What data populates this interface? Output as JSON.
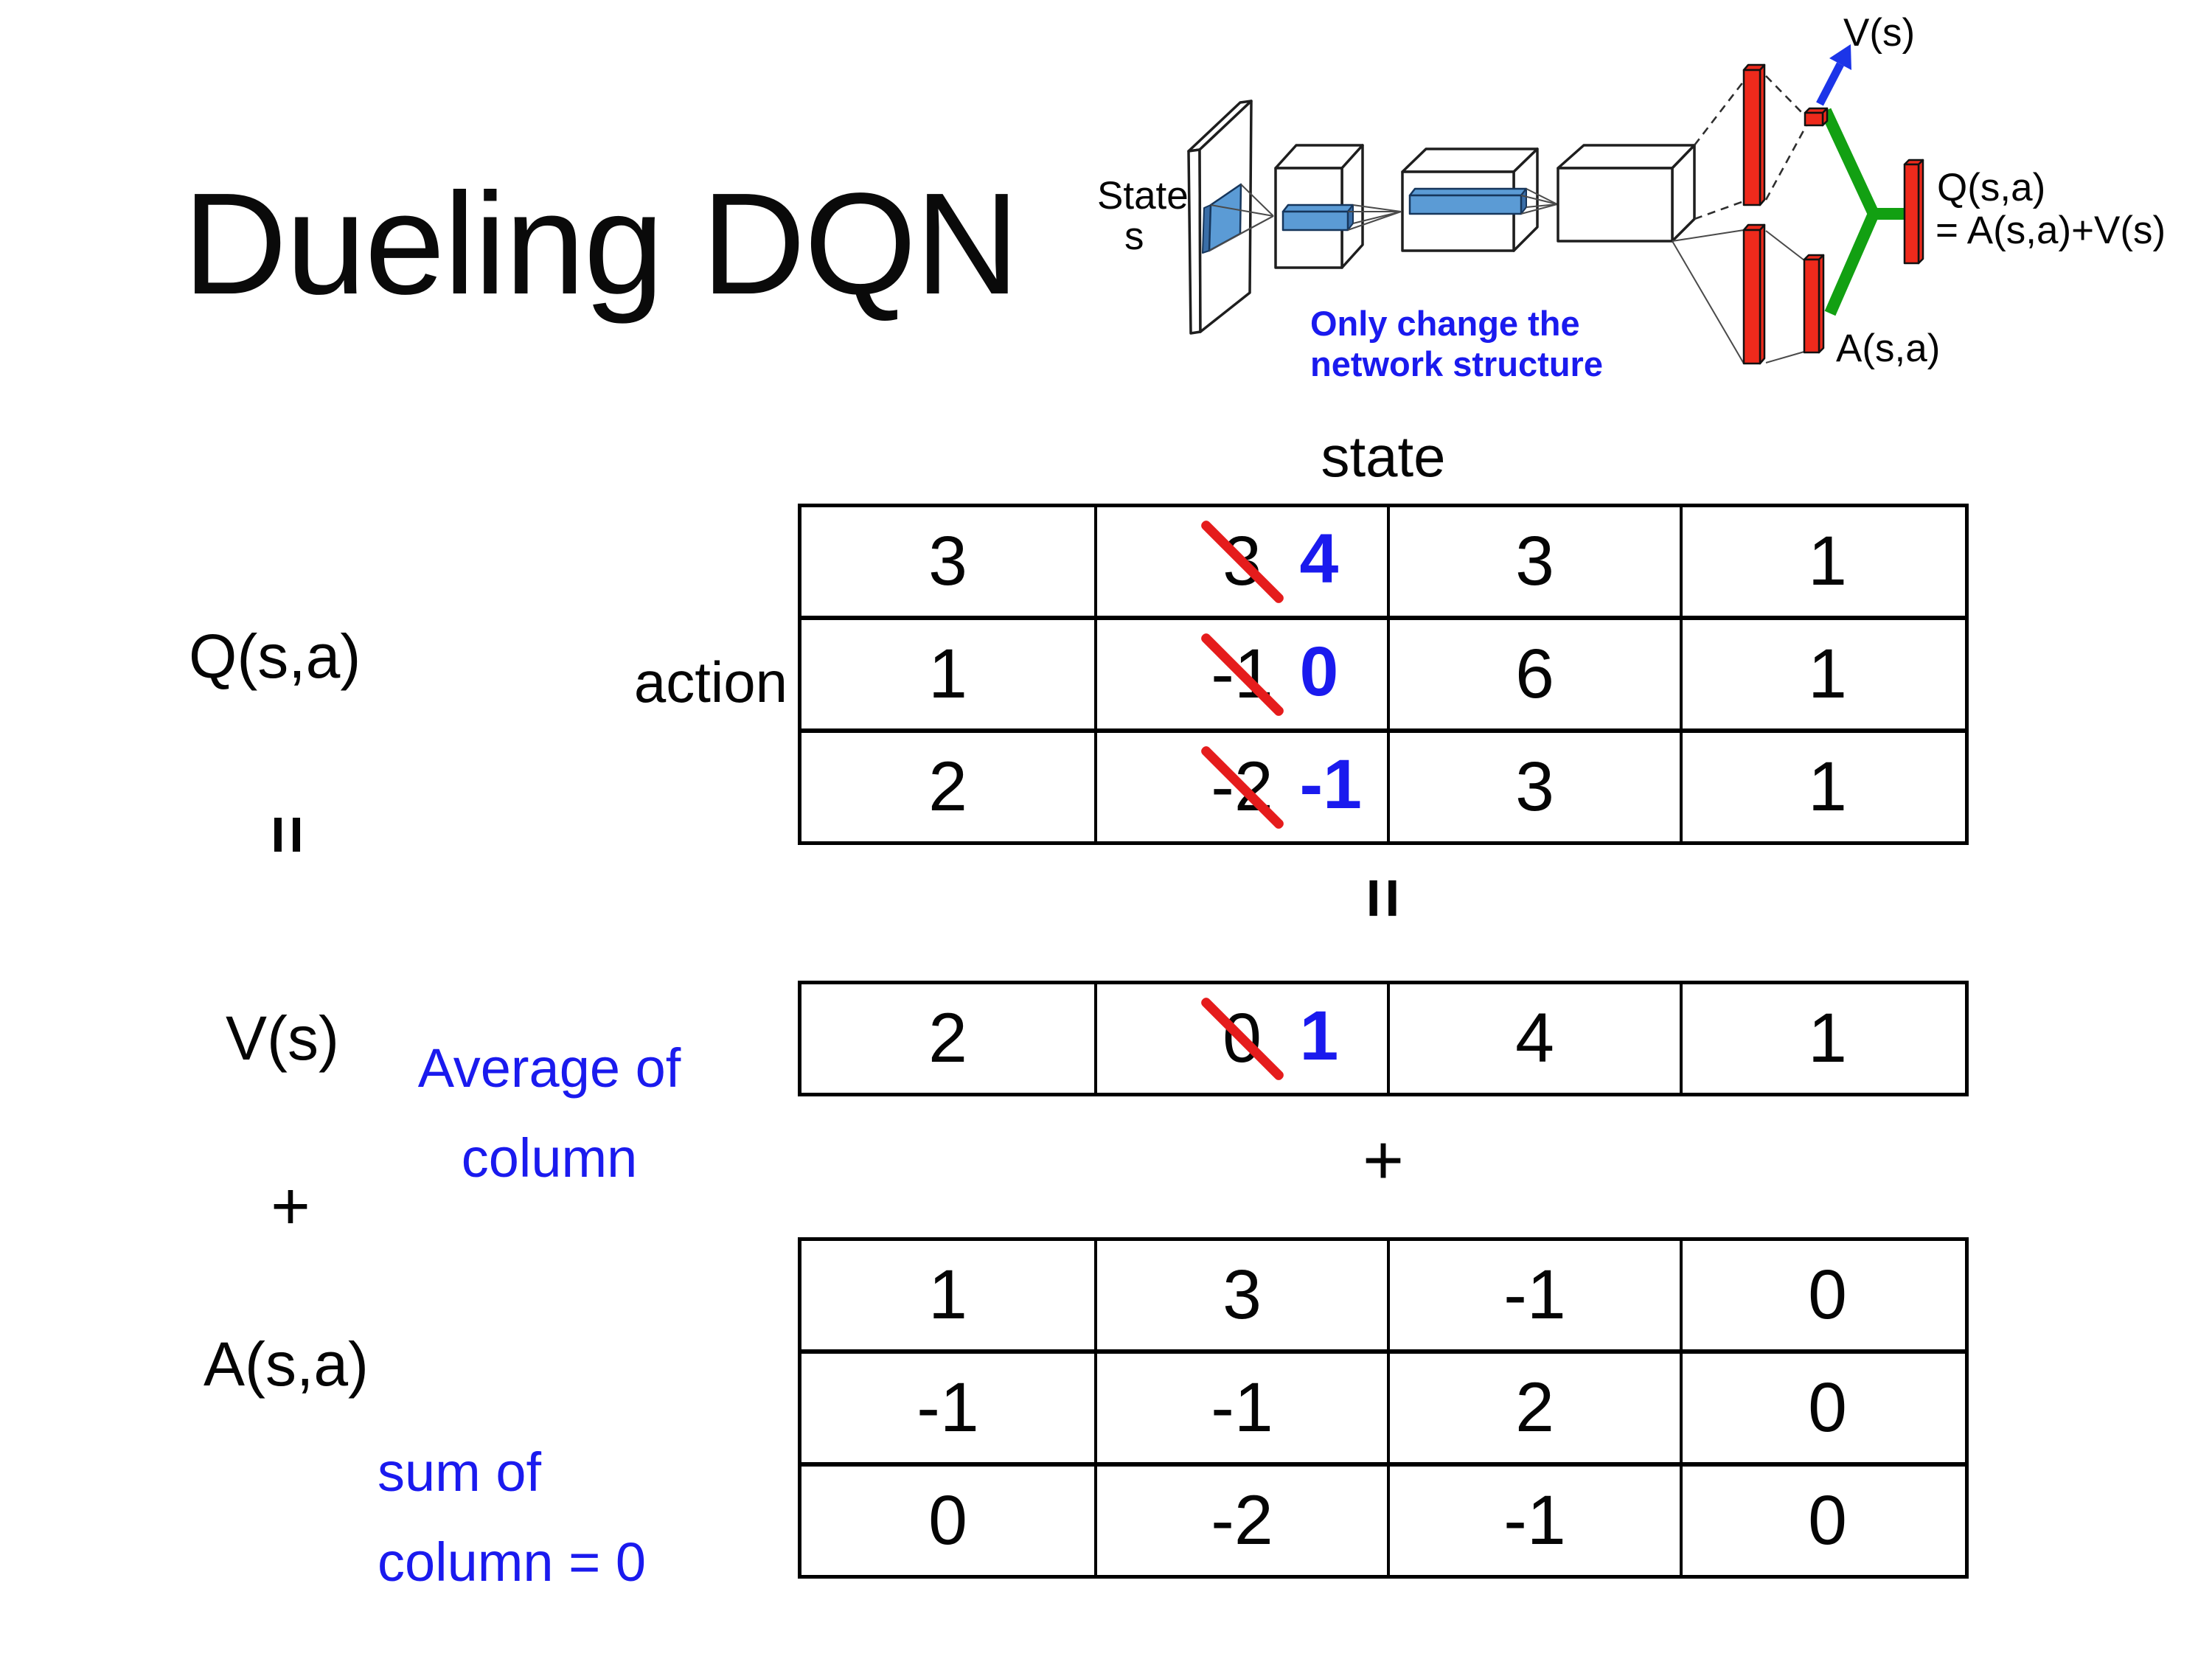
{
  "title": "Dueling DQN",
  "diagram": {
    "state_line1": "State",
    "state_line2": "s",
    "note_line1": "Only change the",
    "note_line2": "network structure",
    "v_out_label": "V(s)",
    "q_out_label_line1": "Q(s,a)",
    "q_out_label_line2": "= A(s,a)+V(s)",
    "a_out_label": "A(s,a)"
  },
  "matrix_section": {
    "q_label": "Q(s,a)",
    "v_label": "V(s)",
    "a_label": "A(s,a)",
    "state_header": "state",
    "action_header": "action",
    "equals_left": "=",
    "equals_center": "=",
    "plus_left": "+",
    "plus_center": "+",
    "v_note": [
      "Average of",
      "column"
    ],
    "a_note": [
      "sum of",
      "column = 0"
    ],
    "q_table": {
      "rows": [
        [
          {
            "text": "3"
          },
          {
            "text": "3",
            "strike": true,
            "new": "4"
          },
          {
            "text": "3"
          },
          {
            "text": "1"
          }
        ],
        [
          {
            "text": "1"
          },
          {
            "text": "-1",
            "strike": true,
            "new": "0"
          },
          {
            "text": "6"
          },
          {
            "text": "1"
          }
        ],
        [
          {
            "text": "2"
          },
          {
            "text": "-2",
            "strike": true,
            "new": "-1"
          },
          {
            "text": "3"
          },
          {
            "text": "1"
          }
        ]
      ]
    },
    "v_table": {
      "rows": [
        [
          {
            "text": "2"
          },
          {
            "text": "0",
            "strike": true,
            "new": "1"
          },
          {
            "text": "4"
          },
          {
            "text": "1"
          }
        ]
      ]
    },
    "a_table": {
      "rows": [
        [
          {
            "text": "1"
          },
          {
            "text": "3"
          },
          {
            "text": "-1"
          },
          {
            "text": "0"
          }
        ],
        [
          {
            "text": "-1"
          },
          {
            "text": "-1"
          },
          {
            "text": "2"
          },
          {
            "text": "0"
          }
        ],
        [
          {
            "text": "0"
          },
          {
            "text": "-2"
          },
          {
            "text": "-1"
          },
          {
            "text": "0"
          }
        ]
      ]
    }
  },
  "colors": {
    "accent_blue": "#1a1aee",
    "strike_red": "#e51c1c",
    "layer_blue": "#5b9bd5",
    "layer_red": "#ee2a1c",
    "merge_green": "#12a012",
    "arrow_blue": "#1c35e8"
  }
}
